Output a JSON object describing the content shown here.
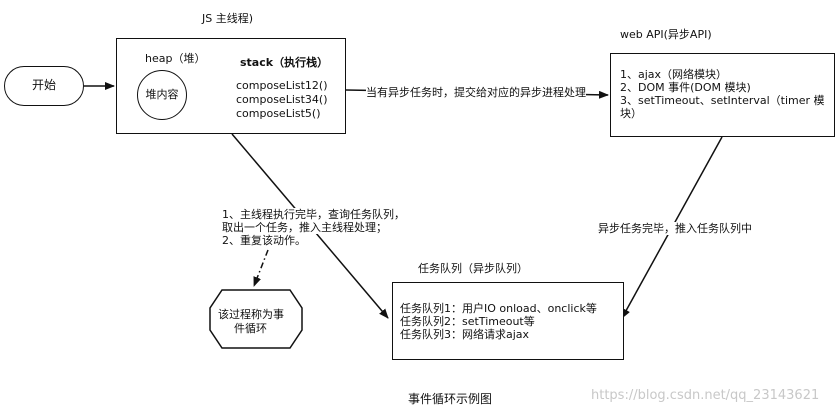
{
  "start": "开始",
  "main_thread": {
    "title": "JS 主线程)",
    "heap_label": "heap（堆）",
    "heap_content": "堆内容",
    "stack_label": "stack（执行栈）",
    "stack_items": [
      "composeList12()",
      "composeList34()",
      "composeList5()"
    ]
  },
  "web_api": {
    "title": "web API(异步API)",
    "items": [
      "1、ajax（网络模块）",
      "2、DOM 事件(DOM 模块)",
      "3、setTimeout、setInterval（timer 模",
      "块）"
    ]
  },
  "edges": {
    "to_web_api": "当有异步任务时，提交给对应的异步进程处理",
    "to_queue": "异步任务完毕，推入任务队列中",
    "loop_notes": [
      "1、主线程执行完毕，查询任务队列，",
      "取出一个任务，推入主线程处理；",
      "2、重复该动作。"
    ]
  },
  "task_queue": {
    "title": "任务队列（异步队列）",
    "items": [
      "任务队列1：用户IO onload、onclick等",
      "任务队列2：setTimeout等",
      "任务队列3：网络请求ajax"
    ]
  },
  "event_loop_node": [
    "该过程称为事",
    "件循环"
  ],
  "caption": "事件循环示例图",
  "watermark": "https://blog.csdn.net/qq_23143621"
}
